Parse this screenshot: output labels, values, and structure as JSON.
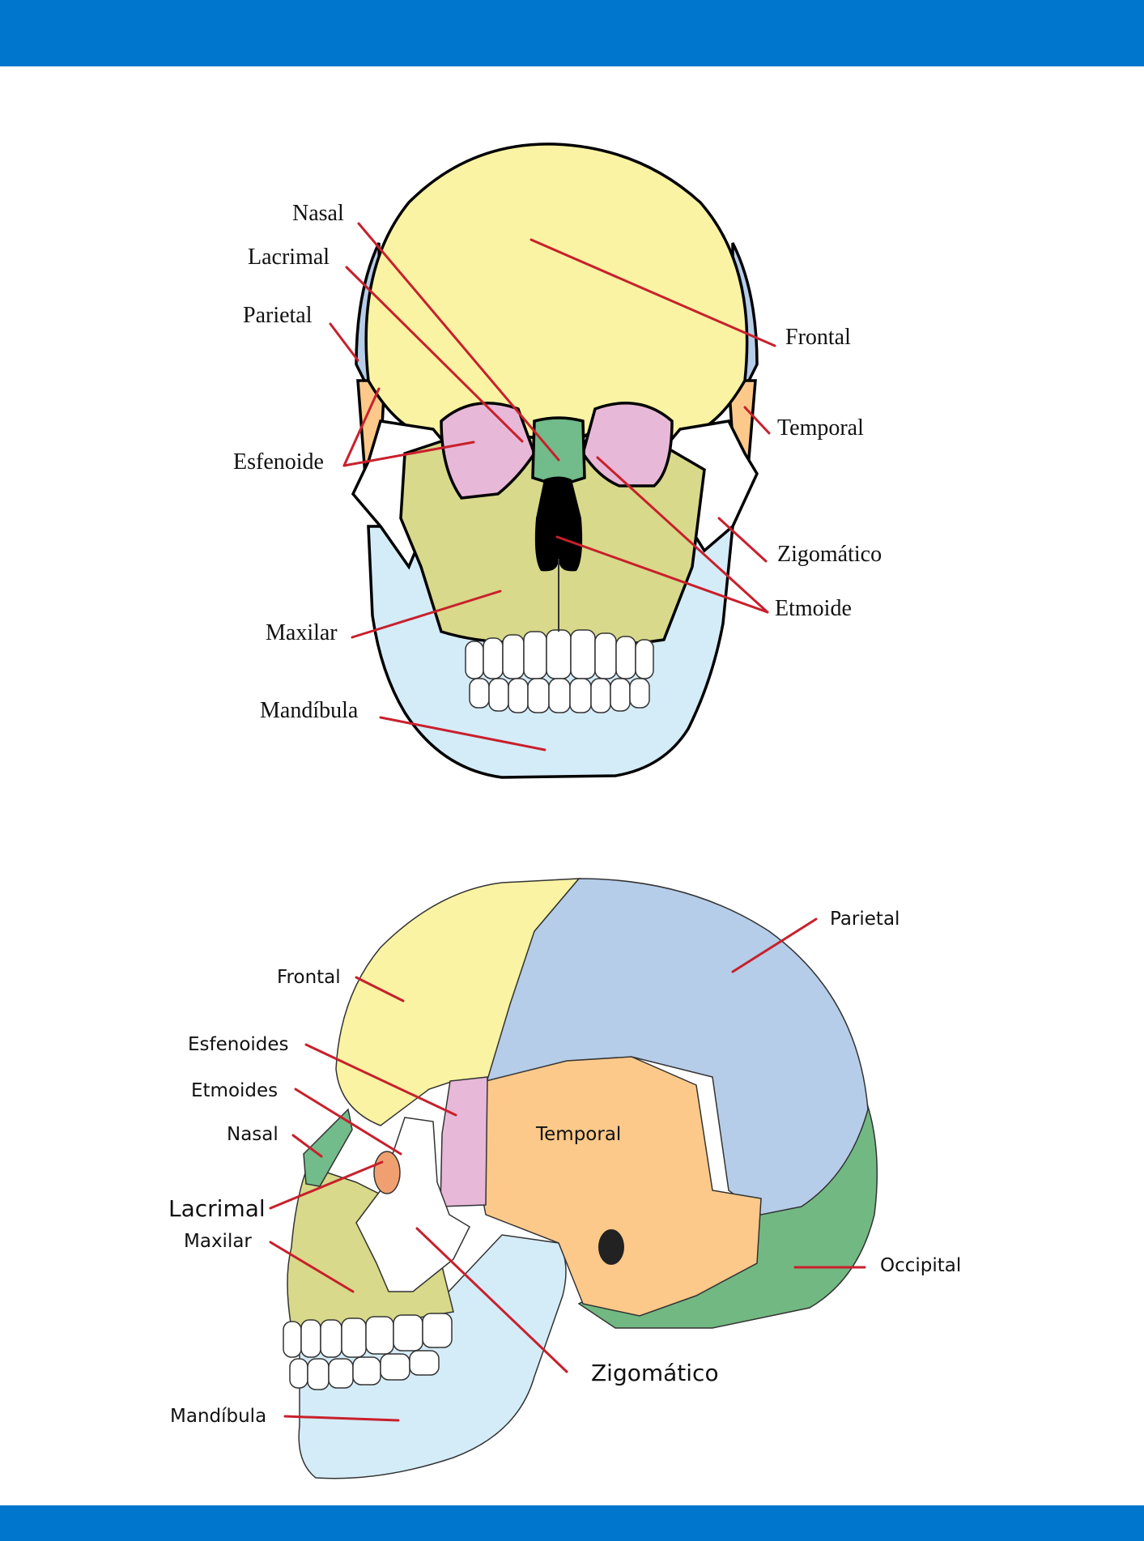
{
  "colors": {
    "header_bar": "#0077cc",
    "leader_lines": "#c8202c",
    "frontal": "#f9f3a3",
    "parietal": "#b5cde8",
    "temporal": "#fcc98a",
    "esfenoides": "#e8b8d8",
    "nasal": "#72bb8a",
    "maxilar": "#d8d98a",
    "mandibula": "#d4ecf8",
    "occipital": "#72b882",
    "zigomatico": "#ffffff",
    "lacrimal": "#f0a070"
  },
  "front_view": {
    "labels": {
      "nasal": "Nasal",
      "lacrimal": "Lacrimal",
      "parietal": "Parietal",
      "esfenoide": "Esfenoide",
      "maxilar": "Maxilar",
      "mandibula": "Mandíbula",
      "frontal": "Frontal",
      "temporal": "Temporal",
      "zigomatico": "Zigomático",
      "etmoide": "Etmoide"
    }
  },
  "side_view": {
    "labels": {
      "parietal": "Parietal",
      "frontal": "Frontal",
      "esfenoides": "Esfenoides",
      "etmoides": "Etmoides",
      "nasal": "Nasal",
      "lacrimal": "Lacrimal",
      "maxilar": "Maxilar",
      "mandibula": "Mandíbula",
      "temporal": "Temporal",
      "occipital": "Occipital",
      "zigomatico": "Zigomático"
    }
  }
}
